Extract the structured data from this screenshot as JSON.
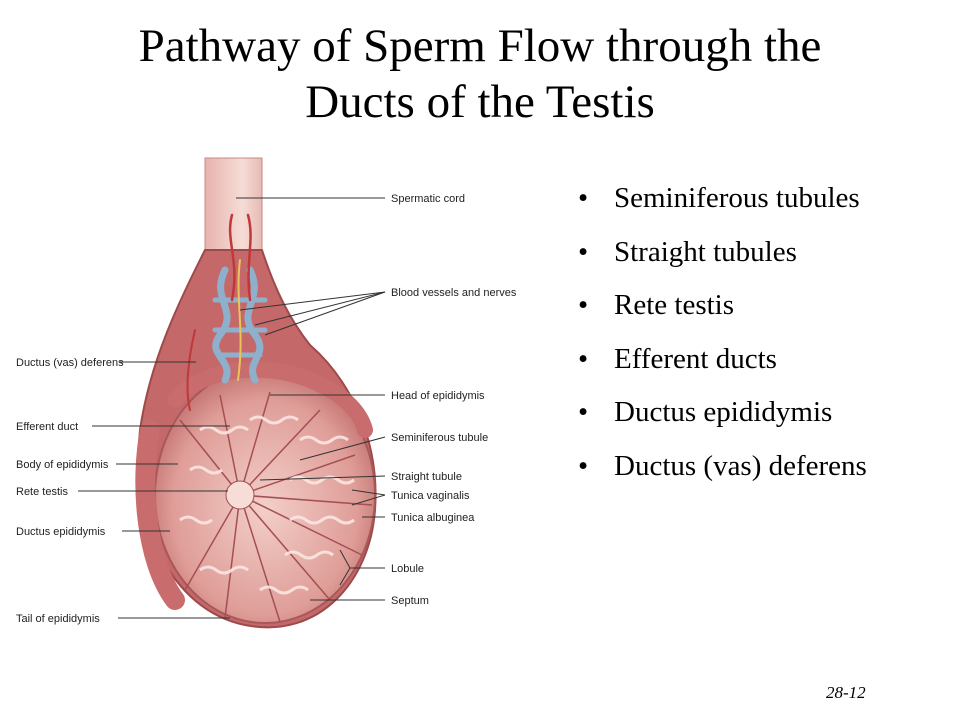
{
  "title": {
    "line1": "Pathway of Sperm Flow through the",
    "line2": "Ducts of the Testis"
  },
  "bullets": [
    "Seminiferous tubules",
    "Straight tubules",
    "Rete testis",
    "Efferent ducts",
    "Ductus epididymis",
    "Ductus (vas) deferens"
  ],
  "bullet_glyph": "•",
  "slide_number": "28-12",
  "diagram": {
    "labels_left": {
      "ductus_deferens": "Ductus (vas) deferens",
      "efferent_duct": "Efferent duct",
      "body_epididymis": "Body of epididymis",
      "rete_testis": "Rete testis",
      "ductus_epididymis": "Ductus epididymis",
      "tail_epididymis": "Tail of epididymis"
    },
    "labels_right": {
      "spermatic_cord": "Spermatic cord",
      "blood_vessels": "Blood vessels and nerves",
      "head_epididymis": "Head of epididymis",
      "seminiferous_tubule": "Seminiferous tubule",
      "straight_tubule": "Straight tubule",
      "tunica_vaginalis": "Tunica vaginalis",
      "tunica_albuginea": "Tunica albuginea",
      "lobule": "Lobule",
      "septum": "Septum"
    },
    "colors": {
      "tissue": "#d98f8c",
      "tissue_dark": "#b5595a",
      "tissue_light": "#f1c7c2",
      "vessel_blue": "#8fb0cc",
      "artery_red": "#c0383a",
      "nerve_yellow": "#e8c45a"
    }
  }
}
